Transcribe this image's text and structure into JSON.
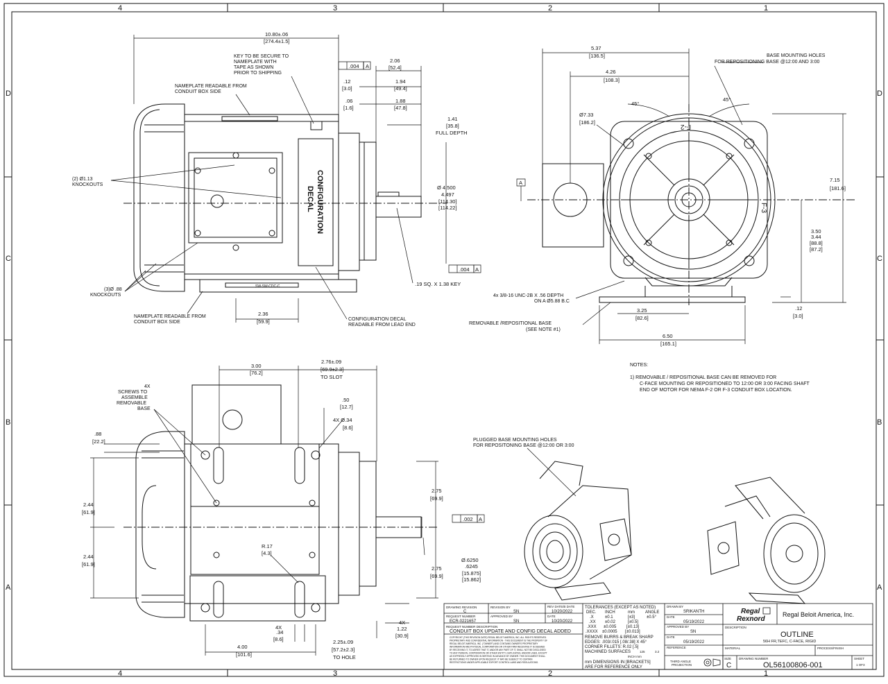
{
  "border": {
    "top_zones": [
      "4",
      "3",
      "2",
      "1"
    ],
    "bottom_zones": [
      "4",
      "3",
      "2",
      "1"
    ],
    "left_rows": [
      "D",
      "C",
      "B",
      "A"
    ],
    "right_rows": [
      "D",
      "C",
      "B",
      "A"
    ]
  },
  "side_view": {
    "overall": "10.80±.06",
    "overall_mm": "[274.4±1.5]",
    "key_note": [
      "KEY TO BE SECURE TO",
      "NAMEPLATE WITH",
      "TAPE AS SHOWN",
      "PRIOR TO SHIPPING"
    ],
    "nameplate_note": [
      "NAMEPLATE READABLE FROM",
      "CONDUIT BOX SIDE"
    ],
    "nameplate_note2": [
      "NAMEPLATE READABLE FROM",
      "CONDUIT BOX SIDE"
    ],
    "knockouts_113": [
      "(2) Ø1.13",
      "KNOCKOUTS"
    ],
    "knockouts_88": [
      "(3)Ø .88",
      "KNOCKOUTS"
    ],
    "config_decal": [
      "CONFIGURATION",
      "DECAL"
    ],
    "config_note": [
      "CONFIGURATION DECAL",
      "READABLE FROM LEAD END"
    ],
    "tol_004": ".004",
    "datum_a": "A",
    "d206": "2.06",
    "d206_mm": "[52.4]",
    "d194": "1.94",
    "d194_mm": "[49.4]",
    "d188": "1.88",
    "d188_mm": "[47.8]",
    "d12": ".12",
    "d12_mm": "[3.0]",
    "d06": ".06",
    "d06_mm": "[1.6]",
    "d141": "1.41",
    "d141_mm": "[35.8]",
    "full_depth": "FULL DEPTH",
    "d4500": [
      "Ø 4.500",
      "4.497",
      "[114.30]",
      "[114.22]"
    ],
    "key_size": ".19 SQ. X 1.38 KEY",
    "d236": "2.36",
    "d236_mm": "[59.9]",
    "nameplate_code": "SW-SW-CDC-C"
  },
  "end_view": {
    "d537": "5.37",
    "d537_mm": "[136.5]",
    "d426": "4.26",
    "d426_mm": "[108.3]",
    "d733": "Ø7.33",
    "d733_mm": "[186.2]",
    "base_holes_note": [
      "BASE MOUNTING HOLES",
      "FOR REPOSITIONING BASE @12:00 AND 3:00"
    ],
    "angle1": "45°",
    "angle2": "45°",
    "d715": "7.15",
    "d715_mm": "[181.6]",
    "d350": [
      "3.50",
      "3.44",
      "[88.8]",
      "[87.2]"
    ],
    "d12": ".12",
    "d12_mm": "[3.0]",
    "d325": "3.25",
    "d325_mm": "[82.6]",
    "d650": "6.50",
    "d650_mm": "[165.1]",
    "tap_note": [
      "4x 3/8-16 UNC-2B X .56 DEPTH",
      "ON A Ø5.88 B.C"
    ],
    "base_note": [
      "REMOVABLE /REPOSITIONAL BASE",
      "(SEE NOTE #1)"
    ],
    "datum": "A",
    "f2": "F-2",
    "f3": "F-3"
  },
  "notes": {
    "heading": "NOTES:",
    "items": [
      "1)   REMOVABLE / REPOSITIONAL BASE CAN BE REMOVED FOR",
      "C-FACE MOUNTING OR REPOSITIONED TO 12:00 OR 3:00 FACING SHAFT",
      "END OF MOTOR FOR NEMA F-2 OR F-3 CONDUIT BOX LOCATION."
    ]
  },
  "top_view": {
    "d300": "3.00",
    "d300_mm": "[76.2]",
    "d276": "2.76±.09",
    "d276_mm": "[69.9±2.3]",
    "to_slot": "TO SLOT",
    "d50": ".50",
    "d50_mm": "[12.7]",
    "d34": "4X Ø.34",
    "d34_mm": "[8.6]",
    "screws_note": [
      "4X",
      "SCREWS TO",
      "ASSEMBLE",
      "REMOVABLE",
      "BASE"
    ],
    "d88": ".88",
    "d88_mm": "[22.2]",
    "d244a": "2.44",
    "d244a_mm": "[61.9]",
    "d244b": "2.44",
    "d244b_mm": "[61.9]",
    "d275a": "2.75",
    "d275a_mm": "[69.9]",
    "d275b": "2.75",
    "d275b_mm": "[69.9]",
    "tol_002": ".002",
    "datum": "A",
    "d6250": [
      "Ø.6250",
      ".6245",
      "[15.875]",
      "[15.862]"
    ],
    "r17": "R.17",
    "r17_mm": "[4.3]",
    "d4x34": "4X",
    "d4x34b": ".34",
    "d4x34_mm": "[8.6]",
    "d4x122": "4X",
    "d4x122b": "1.22",
    "d4x122_mm": "[30.9]",
    "d400": "4.00",
    "d400_mm": "[101.6]",
    "d225": "2.25±.09",
    "d225_mm": "[57.2±2.3]",
    "to_hole": "TO HOLE"
  },
  "iso_note": [
    "PLUGGED BASE MOUNTING HOLES",
    "FOR REPOSITONING BASE @12:00 OR 3:00"
  ],
  "title_block": {
    "drawing_revision_lbl": "DRAWING REVISION",
    "drawing_revision": "C",
    "revision_by_lbl": "REVISION BY",
    "revision_by": "SN",
    "rev_date_lbl": "REV DATE/B DATE",
    "rev_date": "10/20/2022",
    "request_number_lbl": "REQUEST NUMBER",
    "request_number": "ECR-0221657",
    "approved_by_lbl": "APPROVED BY",
    "approved_by": "SN",
    "date_lbl": "DATE",
    "date": "10/20/2022",
    "request_desc_lbl": "REQUEST NUMBER DESCRIPTION",
    "request_desc": "CONDUIT BOX UPDATE AND CONFIG DECAL ADDED",
    "copyright": [
      "COPYRIGHT (THIS REVISION DATE) REGAL BELOIT AMERICA, INC. ALL RIGHTS RESERVED.",
      "PROPRIETARY AND CONFIDENTIAL INFORMATION - THIS DOCUMENT IS THE PROPERTY OF",
      "REGAL BELOIT AMERICA, INC. (\"OWNER\") AND CONTAINS OWNER'S PROPRIETARY",
      "INFORMATION AND PHYSICAL CORPORATION OR OTHER FIRM RECEIVING IT IS DEEMED",
      "BY RECEIVING IT, TO AGREE THAT IT, AND/OR ANY PART OF IT, SHALL NOT BE DISCLOSED",
      "TO ANY PERSON, CORPORATION OR OTHER ENTITY, DUPLICATED, AND/OR USED, EXCEPT",
      "AS EXPRESSLY APPROVED IN WRITING IN ADVANCE BY OWNER. THIS DOCUMENT SHALL",
      "BE RETURNED TO OWNER UPON REQUEST. IT MAY BE SUBJECT TO CERTAIN",
      "RESTRICTIONS UNDER APPLICABLE EXPORT CONTROL LAWS AND REGULATIONS."
    ],
    "tolerances_lbl": "TOLERANCES (EXCEPT AS NOTED)",
    "tol_head": [
      "DEC.",
      "INCH",
      "mm",
      "ANGLE"
    ],
    "tol_rows": [
      [
        ".X",
        "±0.1",
        "[±3]",
        "±0.5°"
      ],
      [
        ".XX",
        "±0.02",
        "[±0.5]",
        ""
      ],
      [
        ".XXX",
        "±0.005",
        "[±0.13]",
        ""
      ],
      [
        ".XXXX",
        "±0.0005",
        "[±0.013]",
        ""
      ]
    ],
    "burrs": "REMOVE BURRS & BREAK SHARP",
    "edges": "EDGES: .003/.015 [.08/.38] X 45°",
    "corner": "CORNER FILLETS: R.02 [.5]",
    "machined": "MACHINED SURFACES",
    "mach_val1": "125",
    "mach_val2": "3.2",
    "inch_mm": "INCH     mm",
    "mm_dims": "mm DIMENSIONS IN [BRACKETS]",
    "ref_only": "ARE FOR REFERENCE ONLY",
    "drawn_by_lbl": "DRAWN BY",
    "drawn_by": "SRIKANTH",
    "date1_lbl": "DATE",
    "date1": "05/19/2022",
    "approved2_lbl": "APPROVED BY",
    "approved2": "SN",
    "date2_lbl": "DATE",
    "date2": "05/19/2022",
    "reference_lbl": "REFERENCE",
    "third_angle": [
      "THIRD ANGLE",
      "PROJECTION"
    ],
    "logo_top": "Regal",
    "logo_bottom": "Rexnord",
    "company": "Regal Beloit America, Inc.",
    "description_lbl": "DESCRIPTION",
    "description": "OUTLINE",
    "description2": "56H FR,TEFC, C-FACE, RIGID",
    "material_lbl": "MATERIAL",
    "process_lbl": "PROCESS/FINISH",
    "size_lbl": "SIZE",
    "size": "C",
    "drawing_number_lbl": "DRAWING NUMBER",
    "drawing_number": "OL56100806-001",
    "sheet_lbl": "SHEET",
    "sheet": "1 OF3"
  }
}
